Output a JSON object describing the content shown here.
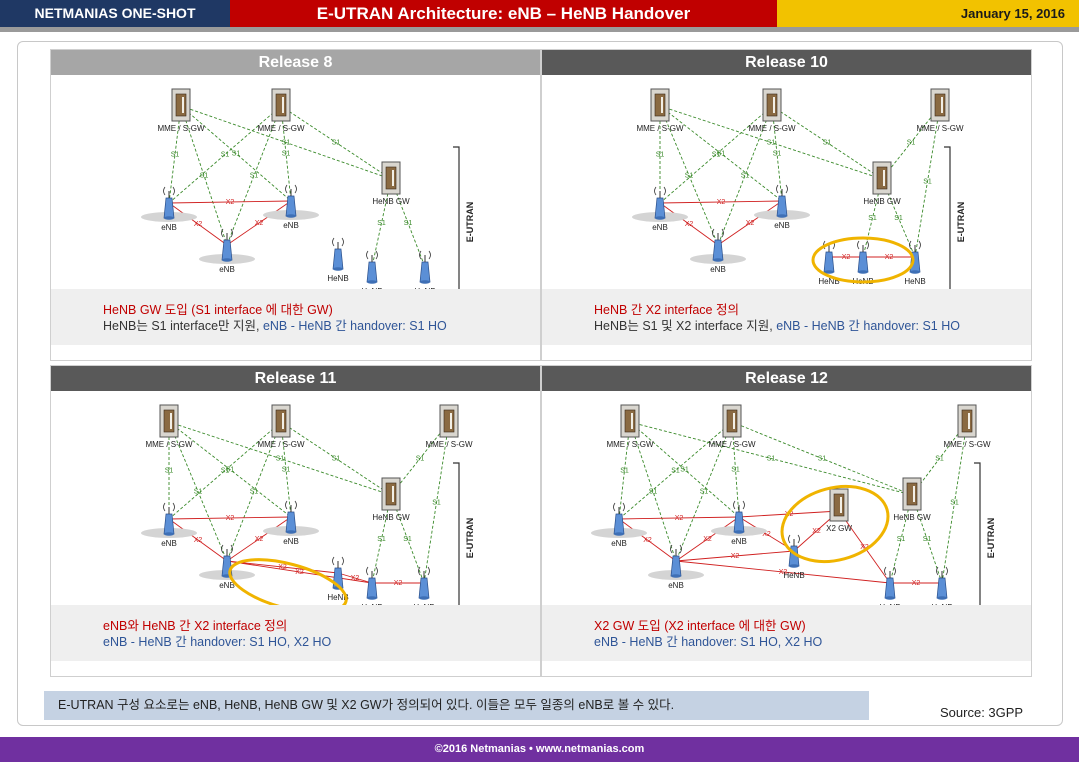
{
  "header": {
    "brand": "NETMANIAS ONE-SHOT",
    "title": "E-UTRAN Architecture: eNB – HeNB Handover",
    "date": "January 15, 2016"
  },
  "labels": {
    "mme": "MME / S-GW",
    "enb": "eNB",
    "henb": "HeNB",
    "henb_gw": "HeNB GW",
    "x2gw": "X2 GW",
    "eutran": "E-UTRAN",
    "s1": "S1",
    "x2": "X2"
  },
  "panels": [
    {
      "title": "Release 8",
      "caption_line1": "HeNB GW 도입 (S1 interface 에 대한 GW)",
      "caption_line2_plain": "HeNB는 S1 interface만 지원, ",
      "caption_line2_blue": "eNB - HeNB 간 handover: S1 HO"
    },
    {
      "title": "Release 10",
      "caption_line1": "HeNB 간 X2 interface  정의",
      "caption_line2_plain": "HeNB는 S1 및 X2 interface  지원, ",
      "caption_line2_blue": "eNB - HeNB 간 handover: S1 HO"
    },
    {
      "title": "Release 11",
      "caption_line1": "eNB와  HeNB 간 X2 interface 정의",
      "caption_line2_blue": "eNB - HeNB 간 handover: S1 HO, X2 HO"
    },
    {
      "title": "Release 12",
      "caption_line1": "X2 GW 도입 (X2 interface 에 대한 GW)",
      "caption_line2_blue": "eNB - HeNB 간 handover: S1 HO, X2 HO"
    }
  ],
  "note": "E-UTRAN 구성 요소로는 eNB, HeNB, HeNB GW 및 X2 GW가 정의되어 있다. 이들은 모두 일종의 eNB로 볼 수 있다.",
  "source": "Source: 3GPP",
  "footer": "©2016 Netmanias • www.netmanias.com",
  "colors": {
    "brand_navy": "#1f3864",
    "title_red": "#c00000",
    "date_yellow": "#f2c200",
    "panel_title_light": "#a6a6a6",
    "panel_title_dark": "#595959",
    "s1_green": "#3a8a2a",
    "x2_red": "#d02020",
    "highlight": "#f0b400",
    "footer_purple": "#7030a0"
  }
}
